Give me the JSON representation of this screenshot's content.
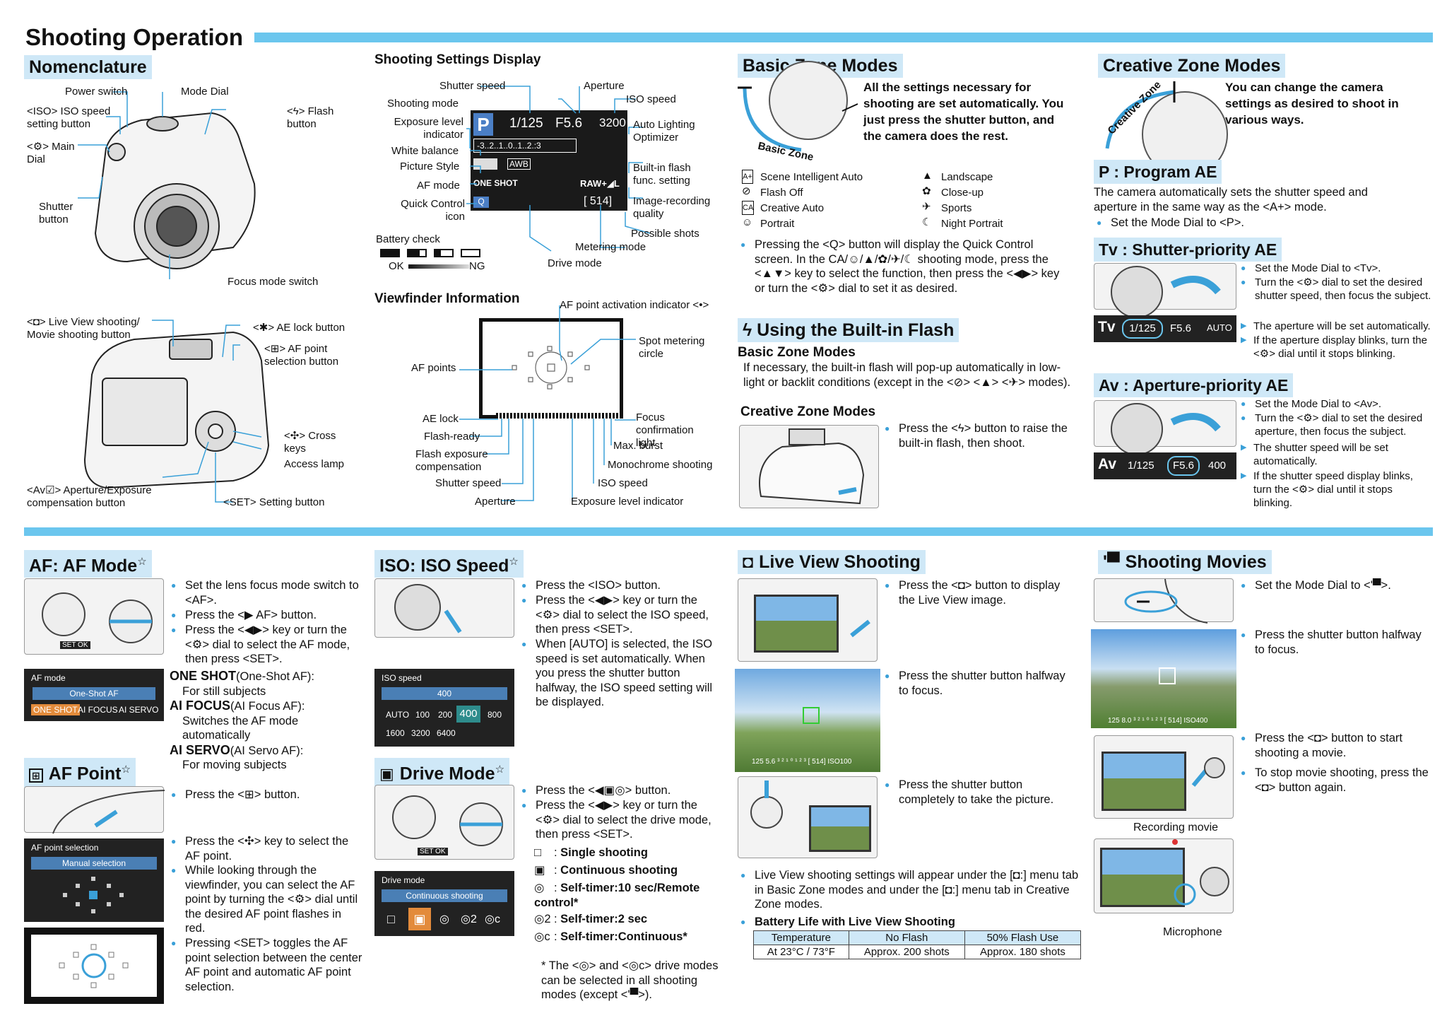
{
  "title": "Shooting Operation",
  "colors": {
    "accent_bar": "#6bc6ee",
    "tag_bg": "#cfe8f7",
    "bullet": "#3aa0d8"
  },
  "nomenclature": {
    "heading": "Nomenclature",
    "labels": {
      "power_switch": "Power switch",
      "mode_dial": "Mode Dial",
      "iso_btn": "<ISO> ISO speed setting button",
      "main_dial": "<⚙> Main Dial",
      "shutter": "Shutter button",
      "flash_btn": "<ϟ> Flash button",
      "focus_switch": "Focus mode switch",
      "live_view": "<◘> Live View shooting/ Movie shooting button",
      "ae_lock": "<✱> AE lock button",
      "af_point_btn": "<⊞> AF point selection button",
      "cross_keys": "<✣> Cross keys",
      "access_lamp": "Access lamp",
      "aperture_btn": "<Av☑> Aperture/Exposure compensation button",
      "setting_btn": "<SET> Setting button"
    }
  },
  "settings_display": {
    "heading": "Shooting Settings Display",
    "lcd": {
      "mode": "P",
      "shutter": "1/125",
      "aperture": "F5.6",
      "iso": "3200",
      "scale": "-3..2..1..0..1..2.:3",
      "picture_style": "AWB",
      "af_mode": "ONE SHOT",
      "quality": "RAW+◢L",
      "shots": "[ 514]",
      "quick": "Q"
    },
    "labels": {
      "shutter_speed": "Shutter speed",
      "aperture": "Aperture",
      "shooting_mode": "Shooting mode",
      "iso_speed": "ISO speed",
      "exposure_level": "Exposure level indicator",
      "auto_lighting": "Auto Lighting Optimizer",
      "white_balance": "White balance",
      "picture_style": "Picture Style",
      "builtin_flash": "Built-in flash func. setting",
      "af_mode": "AF mode",
      "image_quality": "Image-recording quality",
      "quick_control": "Quick Control icon",
      "battery_check": "Battery check",
      "possible_shots": "Possible shots",
      "metering_mode": "Metering mode",
      "drive_mode": "Drive mode",
      "ok": "OK",
      "ng": "NG"
    }
  },
  "viewfinder": {
    "heading": "Viewfinder Information",
    "labels": {
      "af_activation": "AF point activation indicator <•>",
      "spot_metering": "Spot metering circle",
      "af_points": "AF points",
      "ae_lock": "AE lock",
      "flash_ready": "Flash-ready",
      "flash_exp": "Flash exposure compensation",
      "shutter_speed": "Shutter speed",
      "aperture": "Aperture",
      "focus_conf": "Focus confirmation light",
      "max_burst": "Max. burst",
      "monochrome": "Monochrome shooting",
      "iso_speed": "ISO speed",
      "exposure_level": "Exposure level indicator"
    }
  },
  "basic_zone": {
    "heading": "Basic Zone Modes",
    "dial_label": "Basic Zone",
    "intro": "All the settings necessary for shooting are set automatically. You just press the shutter button, and the camera does the rest.",
    "modes_left": [
      "Scene Intelligent Auto",
      "Flash Off",
      "Creative Auto",
      "Portrait"
    ],
    "modes_right": [
      "Landscape",
      "Close-up",
      "Sports",
      "Night Portrait"
    ],
    "icons_left": [
      "A+",
      "⊘",
      "CA",
      "☺"
    ],
    "icons_right": [
      "▲",
      "✿",
      "✈",
      "☾"
    ],
    "note": "Pressing the <Q> button will display the Quick Control screen. In the CA/☺/▲/✿/✈/☾ shooting mode, press the <▲▼> key to select the function, then press the <◀▶> key or turn the <⚙> dial to set it as desired."
  },
  "flash": {
    "heading": "ϟ Using the Built-in Flash",
    "basic_title": "Basic Zone Modes",
    "basic_text": "If necessary, the built-in flash will pop-up automatically in low-light or backlit conditions (except in the <⊘> <▲> <✈> modes).",
    "creative_title": "Creative Zone Modes",
    "creative_text": "Press the <ϟ> button to raise the built-in flash, then shoot."
  },
  "creative_zone": {
    "heading": "Creative Zone Modes",
    "dial_label": "Creative Zone",
    "intro": "You can change the camera settings as desired to shoot in various ways.",
    "p_title": "P : Program AE",
    "p_text": "The camera automatically sets the shutter speed and aperture in the same way as the <A+> mode.",
    "p_bullet": "Set the Mode Dial to <P>.",
    "tv_title": "Tv : Shutter-priority AE",
    "tv_lcd": {
      "mode": "Tv",
      "shutter": "1/125",
      "aperture": "F5.6",
      "iso": "AUTO"
    },
    "tv_bullets": [
      "Set the Mode Dial to <Tv>.",
      "Turn the <⚙> dial to set the desired shutter speed, then focus the subject."
    ],
    "tv_notes": [
      "The aperture will be set automatically.",
      "If the aperture display blinks, turn the <⚙> dial until it stops blinking."
    ],
    "av_title": "Av : Aperture-priority AE",
    "av_lcd": {
      "mode": "Av",
      "shutter": "1/125",
      "aperture": "F5.6",
      "iso": "400"
    },
    "av_bullets": [
      "Set the Mode Dial to <Av>.",
      "Turn the <⚙> dial to set the desired aperture, then focus the subject."
    ],
    "av_notes": [
      "The shutter speed will be set automatically.",
      "If the shutter speed display blinks, turn the <⚙> dial until it stops blinking."
    ]
  },
  "af_mode": {
    "heading": "AF: AF Mode",
    "star": "☆",
    "bullets": [
      "Set the lens focus mode switch to <AF>.",
      "Press the <▶ AF> button.",
      "Press the <◀▶> key or turn the <⚙> dial to select the AF mode, then press <SET>."
    ],
    "menu": {
      "title": "AF mode",
      "selected": "One-Shot AF",
      "options": [
        "ONE SHOT",
        "AI FOCUS",
        "AI SERVO"
      ]
    },
    "set_ok": "SET OK",
    "items": [
      {
        "name": "ONE SHOT",
        "paren": "(One-Shot AF):",
        "desc": "For still subjects"
      },
      {
        "name": "AI FOCUS",
        "paren": "(AI Focus AF):",
        "desc": "Switches the AF mode automatically"
      },
      {
        "name": "AI SERVO",
        "paren": "(AI Servo AF):",
        "desc": "For moving subjects"
      }
    ]
  },
  "af_point": {
    "heading": "AF Point",
    "star": "☆",
    "bullets": [
      "Press the <⊞> button.",
      "Press the <✣> key to select the AF point.",
      "While looking through the viewfinder, you can select the AF point by turning the <⚙> dial until the desired AF point flashes in red.",
      "Pressing <SET> toggles the AF point selection between the center AF point and automatic AF point selection."
    ],
    "menu": {
      "title": "AF point selection",
      "selected": "Manual selection"
    }
  },
  "iso": {
    "heading": "ISO: ISO Speed",
    "star": "☆",
    "bullets": [
      "Press the <ISO> button.",
      "Press the <◀▶> key or turn the <⚙> dial to select the ISO speed, then press <SET>.",
      "When [AUTO] is selected, the ISO speed is set automatically. When you press the shutter button halfway, the ISO speed setting will be displayed."
    ],
    "menu": {
      "title": "ISO speed",
      "selected": "400",
      "row1": [
        "AUTO",
        "100",
        "200",
        "400",
        "800"
      ],
      "row2": [
        "1600",
        "3200",
        "6400"
      ]
    }
  },
  "drive": {
    "heading": "Drive Mode",
    "star": "☆",
    "bullets": [
      "Press the <◀▣◎> button.",
      "Press the <◀▶> key or turn the <⚙> dial to select the drive mode, then press <SET>."
    ],
    "modes": [
      {
        "icon": "□",
        "label": "Single shooting"
      },
      {
        "icon": "▣",
        "label": "Continuous shooting"
      },
      {
        "icon": "◎",
        "label": "Self-timer:10 sec/Remote control*"
      },
      {
        "icon": "◎2",
        "label": "Self-timer:2 sec"
      },
      {
        "icon": "◎c",
        "label": "Self-timer:Continuous*"
      }
    ],
    "footnote": "* The <◎> and <◎c> drive modes can be selected in all shooting modes (except <'▀>).",
    "menu": {
      "title": "Drive mode",
      "selected": "Continuous shooting",
      "icons": [
        "□",
        "▣",
        "◎",
        "◎2",
        "◎c"
      ]
    },
    "set_ok": "SET OK"
  },
  "live_view": {
    "heading": "Live View Shooting",
    "steps": [
      "Press the <◘> button to display the Live View image.",
      "Press the shutter button halfway to focus.",
      "Press the shutter button completely to take the picture."
    ],
    "note": "Live View shooting settings will appear under the [◘:] menu tab in Basic Zone modes and under the [◘:] menu tab in Creative Zone modes.",
    "battery_title": "Battery Life with Live View Shooting",
    "table": {
      "headers": [
        "Temperature",
        "No Flash",
        "50% Flash Use"
      ],
      "row": [
        "At 23°C / 73°F",
        "Approx. 200 shots",
        "Approx. 180 shots"
      ]
    },
    "photo_info": "125  5.6  ³ ² ¹ ⁰ ¹ ² ³  [ 514]  ISO100"
  },
  "movies": {
    "heading": "Shooting Movies",
    "steps": [
      "Set the Mode Dial to <'▀>.",
      "Press the shutter button halfway to focus.",
      "Press the <◘> button to start shooting a movie.",
      "To stop movie shooting, press the <◘> button again."
    ],
    "recording_label": "Recording movie",
    "microphone_label": "Microphone",
    "photo_info": "125  8.0  ³ ² ¹ ⁰ ¹ ² ³  [ 514]  ISO400"
  }
}
